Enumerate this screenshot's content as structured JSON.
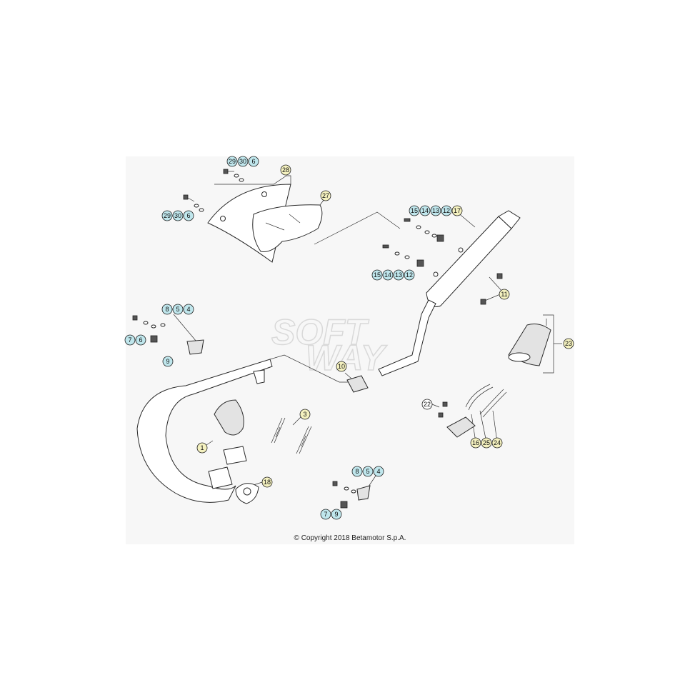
{
  "watermark": [
    "SOFT",
    "WAY"
  ],
  "copyright": "© Copyright 2018 Betamotor S.p.A.",
  "colors": {
    "teal_callout": "#bfe6ec",
    "yellow_callout": "#f4f1bf",
    "panel": "#f7f7f7"
  },
  "callouts": {
    "c29a": "29",
    "c30a": "30",
    "c6a": "6",
    "c28": "28",
    "c27": "27",
    "c29b": "29",
    "c30b": "30",
    "c6b": "6",
    "c15a": "15",
    "c14a": "14",
    "c13a": "13",
    "c12a": "12",
    "c17": "17",
    "c15b": "15",
    "c14b": "14",
    "c13b": "13",
    "c12b": "12",
    "c11": "11",
    "c8a": "8",
    "c5a": "5",
    "c4a": "4",
    "c7a": "7",
    "c6c": "6",
    "c9a": "9",
    "c10": "10",
    "c23": "23",
    "c22": "22",
    "c16": "16",
    "c25": "25",
    "c24": "24",
    "c3": "3",
    "c1": "1",
    "c18": "18",
    "c8b": "8",
    "c5b": "5",
    "c4b": "4",
    "c7b": "7",
    "c9b": "9"
  }
}
